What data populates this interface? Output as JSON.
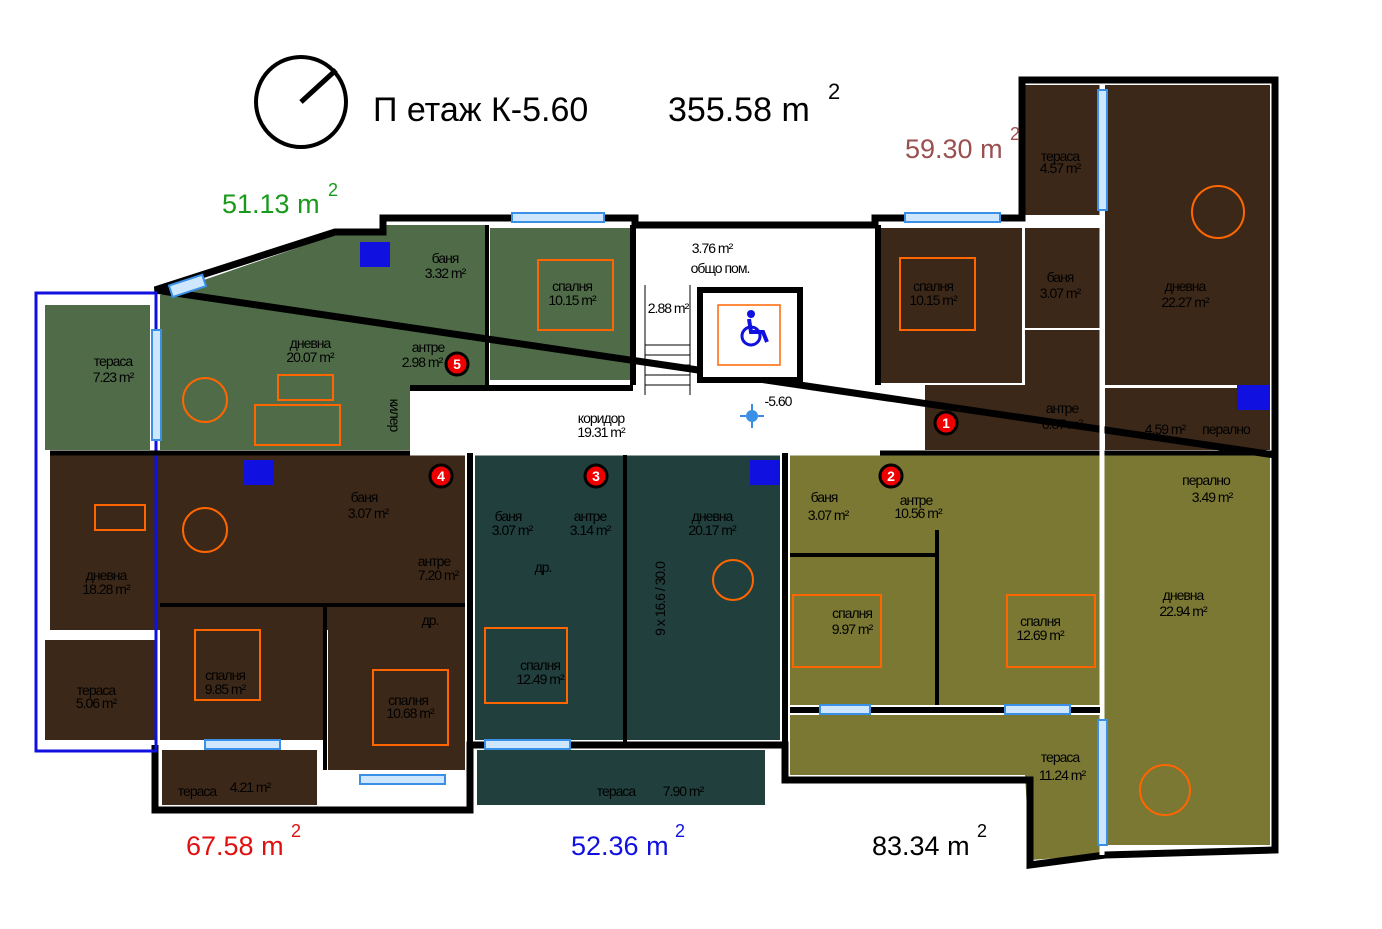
{
  "title": {
    "floor": "П етаж К-5.60",
    "total_area": "355.58 m",
    "sup": "2"
  },
  "colors": {
    "green": "#4f6b48",
    "brown": "#3c2819",
    "teal": "#213f3d",
    "olive": "#7a7833",
    "wall": "#000000",
    "furniture": "#ff6600",
    "window": "#3a8fe6"
  },
  "apartments": [
    {
      "id": "apt-5",
      "number": "5",
      "area": "51.13 m",
      "sup": "2",
      "color": "#1a9a1a",
      "rooms": [
        {
          "name": "тераса",
          "area": "7.23 m²"
        },
        {
          "name": "дневна",
          "area": "20.07 m²"
        },
        {
          "name": "баня",
          "area": "3.32 m²"
        },
        {
          "name": "спалня",
          "area": "10.15 m²"
        },
        {
          "name": "антре",
          "area": "2.98 m²"
        }
      ]
    },
    {
      "id": "apt-1",
      "number": "1",
      "area": "59.30 m",
      "sup": "2",
      "color": "#9a5050",
      "rooms": [
        {
          "name": "спалня",
          "area": "10.15 m²"
        },
        {
          "name": "баня",
          "area": "3.07 m²"
        },
        {
          "name": "дневна",
          "area": "22.27 m²"
        },
        {
          "name": "тераса",
          "area": "4.57 m²"
        },
        {
          "name": "антре",
          "area": "6.87 m²"
        },
        {
          "name": "перално",
          "area": "4.59 m²"
        }
      ]
    },
    {
      "id": "apt-4",
      "number": "4",
      "area": "67.58 m",
      "sup": "2",
      "color": "#e01010",
      "rooms": [
        {
          "name": "дневна",
          "area": "18.28 m²"
        },
        {
          "name": "баня",
          "area": "3.07 m²"
        },
        {
          "name": "антре",
          "area": "7.20 m²"
        },
        {
          "name": "спалня",
          "area": "9.85 m²"
        },
        {
          "name": "спалня",
          "area": "10.68 m²"
        },
        {
          "name": "тераса",
          "area": "5.06 m²"
        },
        {
          "name": "тераса",
          "area": "4.21 m²"
        },
        {
          "name": "др.",
          "area": ""
        }
      ]
    },
    {
      "id": "apt-3",
      "number": "3",
      "area": "52.36 m",
      "sup": "2",
      "color": "#1010e0",
      "rooms": [
        {
          "name": "баня",
          "area": "3.07 m²"
        },
        {
          "name": "антре",
          "area": "3.14 m²"
        },
        {
          "name": "дневна",
          "area": "20.17 m²"
        },
        {
          "name": "спалня",
          "area": "12.49 m²"
        },
        {
          "name": "тераса",
          "area": "7.90 m²"
        },
        {
          "name": "др.",
          "area": ""
        }
      ]
    },
    {
      "id": "apt-2",
      "number": "2",
      "area": "83.34 m",
      "sup": "2",
      "color": "#000000",
      "rooms": [
        {
          "name": "баня",
          "area": "3.07 m²"
        },
        {
          "name": "антре",
          "area": "10.56 m²"
        },
        {
          "name": "перално",
          "area": "3.49 m²"
        },
        {
          "name": "спалня",
          "area": "9.97 m²"
        },
        {
          "name": "спалня",
          "area": "12.69 m²"
        },
        {
          "name": "дневна",
          "area": "22.94 m²"
        },
        {
          "name": "тераса",
          "area": "11.24 m²"
        }
      ]
    }
  ],
  "common": {
    "area": "3.76 m²",
    "name": "общо пом.",
    "stair_area": "2.88 m²",
    "corridor": "коридор",
    "corridor_area": "19.31 m²",
    "level": "-5.60",
    "stair_note": "9 x 16.6 / 30.0",
    "storage": "килер"
  },
  "icons": [
    "north-arrow-icon",
    "wheelchair-icon",
    "level-marker-icon"
  ]
}
